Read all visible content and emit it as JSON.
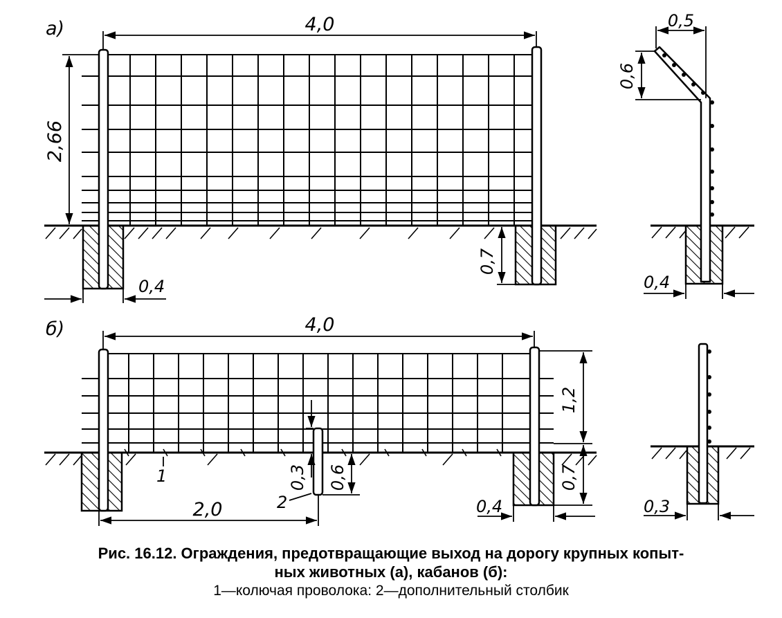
{
  "panel_a": {
    "label": "а)",
    "width": "4,0",
    "height": "2,66",
    "depth": "0,7",
    "footing": "0,4",
    "side_top": "0,5",
    "side_height": "0,6",
    "side_footing": "0,4"
  },
  "panel_b": {
    "label": "б)",
    "width": "4,0",
    "height": "1,2",
    "depth": "0,7",
    "footing": "0,4",
    "post_spacing": "2,0",
    "post_height": "0,3",
    "post_depth": "0,6",
    "marker_1": "1",
    "marker_2": "2",
    "side_footing": "0,3"
  },
  "caption": {
    "line1": "Рис. 16.12. Ограждения, предотвращающие выход на дорогу крупных копыт-",
    "line2": "ных животных (а), кабанов (б):",
    "line3": "1—колючая проволока: 2—дополнительный столбик"
  }
}
